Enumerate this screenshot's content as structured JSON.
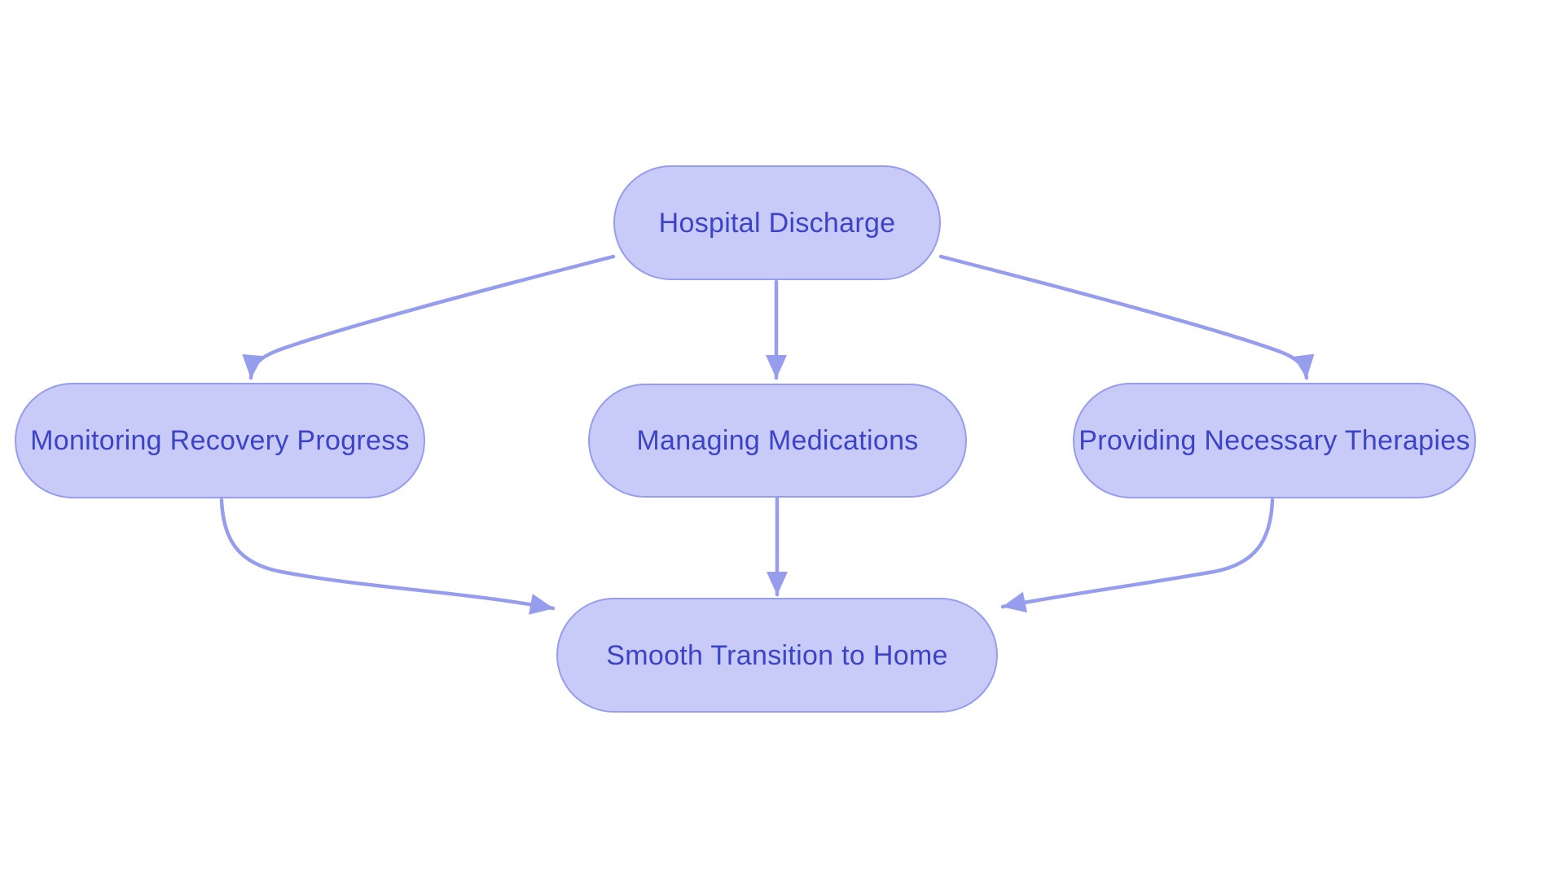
{
  "diagram": {
    "type": "flowchart",
    "background": "#ffffff",
    "colors": {
      "background": "#ffffff",
      "node_fill": "#c8caf7",
      "node_border": "#979ded",
      "node_text": "#3d43c6",
      "connector": "#969ded"
    },
    "nodes": [
      {
        "id": "hospital-discharge",
        "label": "Hospital Discharge"
      },
      {
        "id": "monitoring-recovery-progress",
        "label": "Monitoring Recovery Progress"
      },
      {
        "id": "managing-medications",
        "label": "Managing Medications"
      },
      {
        "id": "providing-necessary-therapies",
        "label": "Providing Necessary Therapies"
      },
      {
        "id": "smooth-transition-to-home",
        "label": "Smooth Transition to Home"
      }
    ],
    "edges": [
      {
        "from": "hospital-discharge",
        "to": "monitoring-recovery-progress"
      },
      {
        "from": "hospital-discharge",
        "to": "managing-medications"
      },
      {
        "from": "hospital-discharge",
        "to": "providing-necessary-therapies"
      },
      {
        "from": "monitoring-recovery-progress",
        "to": "smooth-transition-to-home"
      },
      {
        "from": "managing-medications",
        "to": "smooth-transition-to-home"
      },
      {
        "from": "providing-necessary-therapies",
        "to": "smooth-transition-to-home"
      }
    ]
  }
}
